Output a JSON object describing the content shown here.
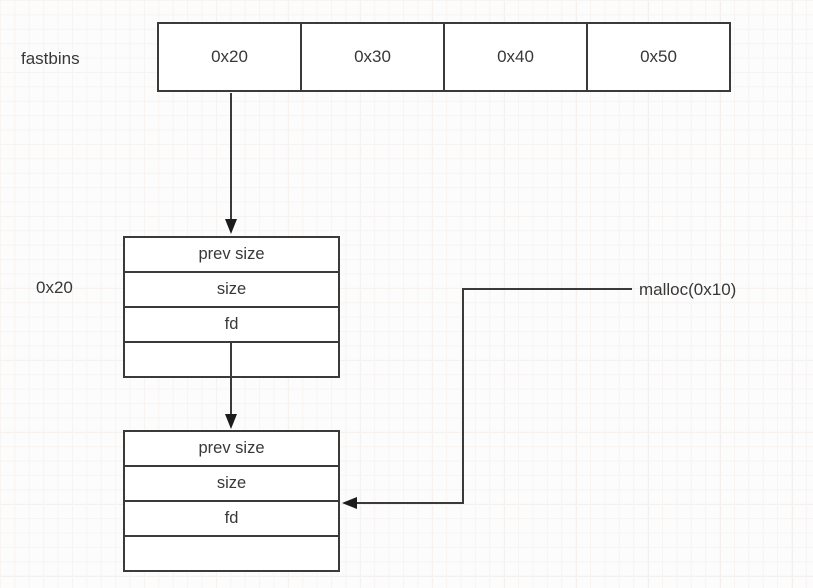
{
  "labels": {
    "fastbins": "fastbins",
    "chunk_size": "0x20",
    "malloc": "malloc(0x10)"
  },
  "bins": [
    "0x20",
    "0x30",
    "0x40",
    "0x50"
  ],
  "chunk1": {
    "rows": [
      "prev size",
      "size",
      "fd",
      ""
    ]
  },
  "chunk2": {
    "rows": [
      "prev size",
      "size",
      "fd",
      ""
    ]
  },
  "colors": {
    "line": "#3a3a3a",
    "arrowhead": "#1c1c1c",
    "text": "#383838",
    "canvas-bg": "#fcfcfc",
    "grid-minor": "#f7f4f2",
    "grid-major": "#edeae7",
    "shape-fill": "#ffffff"
  }
}
